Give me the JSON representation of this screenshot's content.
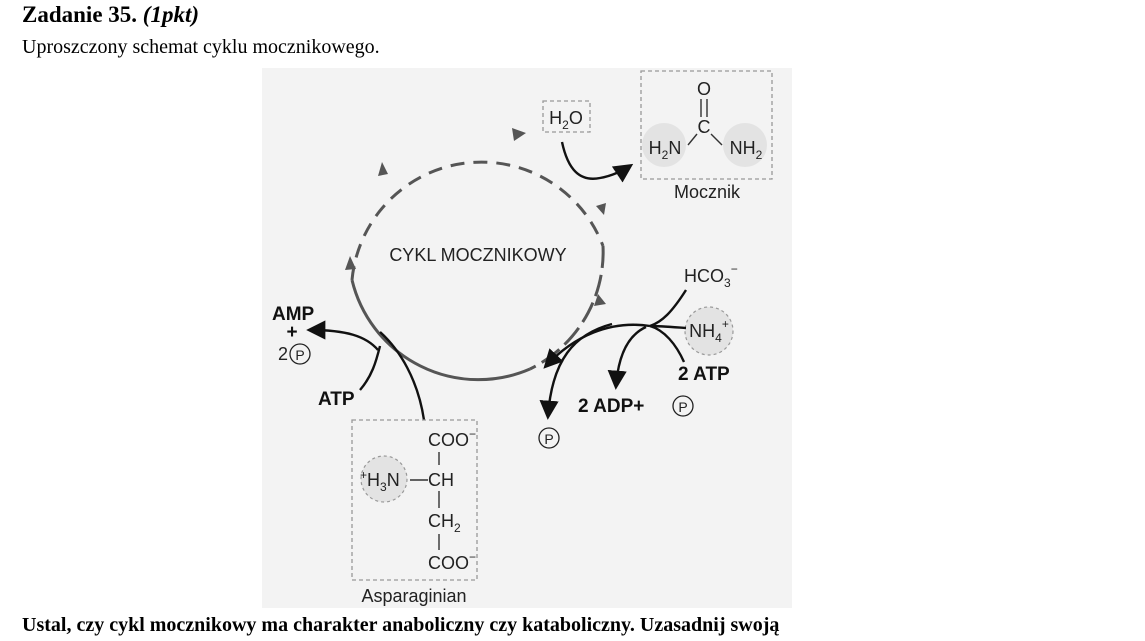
{
  "document": {
    "title_main": "Zadanie 35.",
    "title_points": "(1pkt)",
    "subtitle": "Uproszczony schemat cyklu mocznikowego.",
    "question": "Ustal, czy cykl mocznikowy ma charakter anaboliczny czy  kataboliczny. Uzasadnij swoją"
  },
  "diagram": {
    "cycle_label": "CYKL MOCZNIKOWY",
    "water": "H2O",
    "urea": {
      "name": "Mocznik",
      "oxygen": "O",
      "carbon": "C",
      "left_group": "H2N",
      "right_group": "NH2"
    },
    "inputs": {
      "bicarbonate": "HCO3−",
      "ammonium": "NH4+",
      "atp_right": "2 ATP"
    },
    "outputs_right": {
      "adp": "2 ADP+",
      "phosphate_right": "P",
      "phosphate_bottom": "P"
    },
    "left": {
      "amp": "AMP",
      "plus": "+",
      "two_p": "2",
      "phosphate": "P",
      "atp": "ATP"
    },
    "aspartate": {
      "name": "Asparaginian",
      "coo_top": "COO−",
      "amino": "+H3N",
      "ch": "CH",
      "ch2": "CH2",
      "coo_bottom": "COO−"
    }
  },
  "colors": {
    "background_panel": "#f3f3f3",
    "cycle_stroke": "#555555",
    "highlight_circle": "#e3e3e3",
    "box_dash": "#999999"
  }
}
